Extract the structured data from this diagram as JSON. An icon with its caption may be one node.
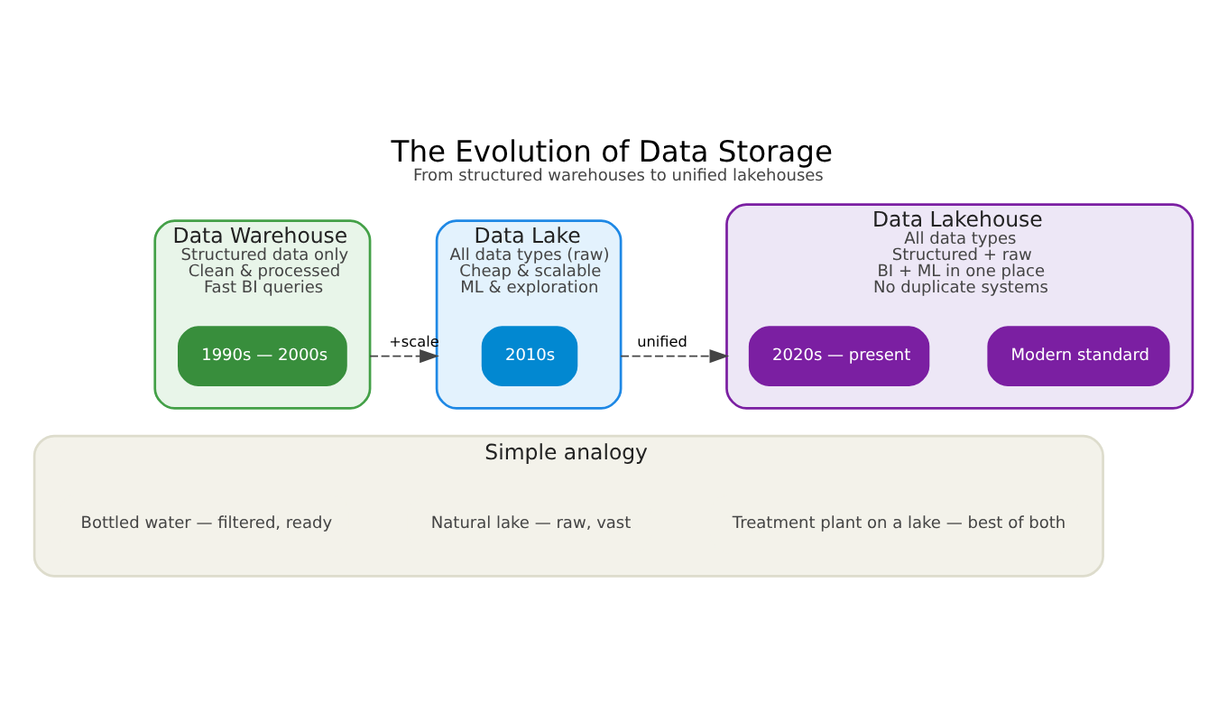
{
  "diagram": {
    "title": "The Evolution of Data Storage",
    "caption": "From structured warehouses to unified lakehouses",
    "nodes": [
      {
        "text": [
          "Data Warehouse",
          "Structured data only",
          "Clean & processed",
          "Fast BI queries"
        ]
      },
      {
        "text": [
          "1990s — 2000s"
        ],
        "in": 0
      },
      {
        "text": [
          "Data Lake",
          "All data types (raw)",
          "Cheap & scalable",
          "ML & exploration"
        ]
      },
      {
        "text": [
          "2010s"
        ],
        "in": 2
      },
      {
        "text": [
          "Data Lakehouse",
          "All data types",
          "Structured + raw",
          "BI + ML in one place",
          "No duplicate systems"
        ]
      },
      {
        "text": [
          "Modern standard"
        ],
        "in": 4
      },
      {
        "text": [
          "2020s — present"
        ],
        "in": 4
      },
      {
        "text": [
          "Simple analogy"
        ]
      },
      {
        "text": [
          "Bottled water — filtered, ready"
        ],
        "in": 7
      },
      {
        "text": [
          "Natural lake — raw, vast"
        ],
        "in": 7
      },
      {
        "text": [
          "Treatment plant on a lake — best of both"
        ],
        "in": 7
      }
    ],
    "edges": [
      {
        "from": 0,
        "to": 2,
        "arrow": "to",
        "label": "+scale",
        "style": "dashed"
      },
      {
        "from": 2,
        "to": 4,
        "arrow": "to",
        "label": "unified",
        "style": "dashed"
      }
    ]
  }
}
